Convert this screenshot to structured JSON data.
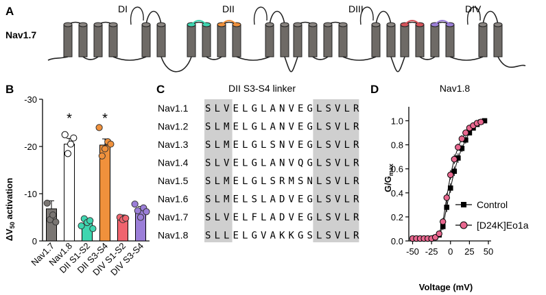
{
  "panels": {
    "A": {
      "letter": "A",
      "channel": "Nav1.7",
      "domains": [
        "DI",
        "DII",
        "DIII",
        "DIV"
      ]
    },
    "B": {
      "letter": "B"
    },
    "C": {
      "letter": "C",
      "title": "DII S3-S4 linker"
    },
    "D": {
      "letter": "D",
      "title": "Nav1.8"
    }
  },
  "colors": {
    "helix": "#6e6a66",
    "helix_top": "#8a8581",
    "dii_s1s2": "#3fd6b0",
    "dii_s3s4": "#f0913c",
    "div_s1s2": "#d4535a",
    "div_s3s4": "#9b7ed8",
    "shade": "#cfcfcf"
  },
  "chart_data": [
    {
      "type": "bar",
      "panel": "B",
      "ylabel": "ΔV50 activation",
      "ylabel_main": "ΔV",
      "ylabel_sub": "50",
      "ylabel_rest": " activation",
      "ylim": [
        0,
        -30
      ],
      "yticks": [
        0,
        -10,
        -20,
        -30
      ],
      "ytick_labels": [
        "0",
        "-10",
        "-20",
        "-30"
      ],
      "categories": [
        "Nav1.7",
        "Nav1.8",
        "DII S1-S2",
        "DII S3-S4",
        "DIV S1-S2",
        "DIV S3-S4"
      ],
      "values": [
        -6.8,
        -20.5,
        -3.8,
        -20.3,
        -4.9,
        -6.6
      ],
      "errors": [
        1.7,
        1.2,
        0.7,
        1.3,
        0.6,
        0.7
      ],
      "colors": [
        "#7a7673",
        "#ffffff",
        "#3fd6b0",
        "#f0913c",
        "#f0646e",
        "#9b7ed8"
      ],
      "points": [
        [
          -8.0,
          -4.5,
          -5.5,
          -4.0
        ],
        [
          -22.5,
          -18.5,
          -20.5,
          -21.8
        ],
        [
          -3.2,
          -4.7,
          -3.9,
          -4.3,
          -2.6
        ],
        [
          -24.0,
          -18.0,
          -19.5,
          -21.0,
          -20.5
        ],
        [
          -5.0,
          -4.5,
          -4.8
        ],
        [
          -7.8,
          -6.4,
          -5.0,
          -7.0,
          -6.2
        ]
      ],
      "significance": [
        "",
        "*",
        "",
        "*",
        "",
        ""
      ]
    },
    {
      "type": "table",
      "panel": "C",
      "rows": [
        {
          "name": "Nav1.1",
          "seq": "SLVELGLANVEGLSVLR"
        },
        {
          "name": "Nav1.2",
          "seq": "SLMELGLANVEGLSVLR"
        },
        {
          "name": "Nav1.3",
          "seq": "SLMELGLSNVEGLSVLR"
        },
        {
          "name": "Nav1.4",
          "seq": "SLVELGLANVQGLSVLR"
        },
        {
          "name": "Nav1.5",
          "seq": "SLMELGLSRMSNLSVLR"
        },
        {
          "name": "Nav1.6",
          "seq": "SLMELSLADVEGLSVLR"
        },
        {
          "name": "Nav1.7",
          "seq": "SLVELFLADVEGLSVLR"
        },
        {
          "name": "Nav1.8",
          "seq": "SLLELGVAKKGSLSVLR"
        }
      ],
      "shaded_columns": [
        0,
        1,
        2,
        12,
        13,
        14,
        15,
        16
      ]
    },
    {
      "type": "line",
      "panel": "D",
      "title": "Nav1.8",
      "xlabel": "Voltage (mV)",
      "ylabel": "G/Gmax",
      "ylabel_main": "G/G",
      "ylabel_sub": "max",
      "xlim": [
        -55,
        50
      ],
      "ylim": [
        0,
        1.05
      ],
      "xticks": [
        -50,
        -25,
        0,
        25,
        50
      ],
      "xtick_labels": [
        "-50",
        "-25",
        "0",
        "25",
        "50"
      ],
      "yticks": [
        0,
        0.2,
        0.4,
        0.6,
        0.8,
        1.0
      ],
      "ytick_labels": [
        "0.0",
        "0.2",
        "0.4",
        "0.6",
        "0.8",
        "1.0"
      ],
      "legend_position": "bottom-right",
      "series": [
        {
          "name": "Control",
          "marker": "square",
          "color": "#000000",
          "x": [
            -50,
            -45,
            -40,
            -35,
            -30,
            -25,
            -20,
            -15,
            -10,
            -5,
            0,
            5,
            10,
            15,
            20,
            25,
            30,
            35,
            40,
            45
          ],
          "y": [
            0.02,
            0.02,
            0.02,
            0.02,
            0.02,
            0.02,
            0.03,
            0.05,
            0.12,
            0.28,
            0.44,
            0.58,
            0.69,
            0.77,
            0.84,
            0.9,
            0.94,
            0.97,
            0.99,
            1.0
          ],
          "err": [
            0.01,
            0.01,
            0.01,
            0.01,
            0.01,
            0.01,
            0.01,
            0.02,
            0.03,
            0.04,
            0.04,
            0.04,
            0.04,
            0.03,
            0.03,
            0.02,
            0.02,
            0.01,
            0.01,
            0.0
          ]
        },
        {
          "name": "[D24K]Eo1a",
          "marker": "circle",
          "color": "#e8678f",
          "x": [
            -50,
            -45,
            -40,
            -35,
            -30,
            -25,
            -20,
            -15,
            -10,
            -5,
            0,
            5,
            10,
            15,
            20,
            25,
            30,
            35,
            40
          ],
          "y": [
            0.02,
            0.02,
            0.02,
            0.02,
            0.02,
            0.02,
            0.03,
            0.06,
            0.16,
            0.36,
            0.55,
            0.68,
            0.78,
            0.85,
            0.9,
            0.94,
            0.96,
            0.98,
            0.99
          ],
          "err": [
            0.01,
            0.01,
            0.01,
            0.01,
            0.01,
            0.01,
            0.01,
            0.02,
            0.03,
            0.04,
            0.04,
            0.04,
            0.03,
            0.03,
            0.02,
            0.02,
            0.01,
            0.01,
            0.01
          ]
        }
      ]
    }
  ]
}
